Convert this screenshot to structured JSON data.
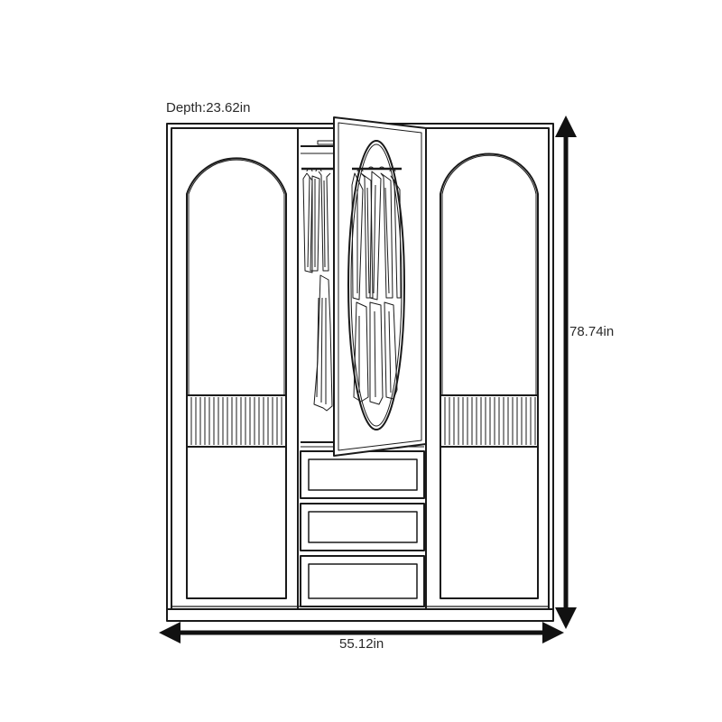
{
  "dimensions": {
    "depth_label": "Depth:23.62in",
    "height_label": "78.74in",
    "width_label": "55.12in"
  },
  "colors": {
    "line": "#1a1a1a",
    "background": "#ffffff"
  }
}
